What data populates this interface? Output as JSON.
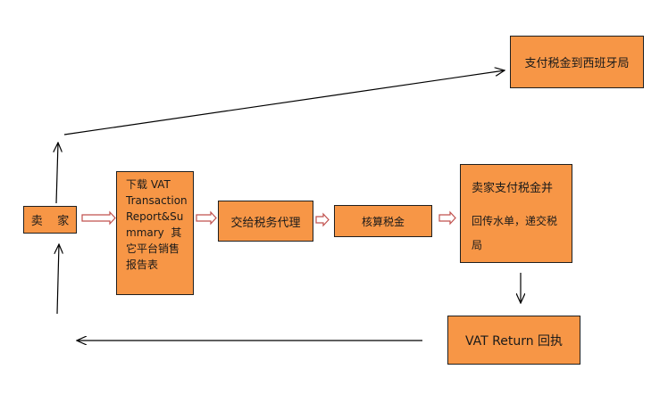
{
  "nodes": {
    "seller": "卖    家",
    "download_report": [
      "下载 VAT",
      "Transaction",
      "Report&Su",
      "mmary  其",
      "它平台销售",
      "报告表"
    ],
    "tax_agent": "交给税务代理",
    "calc_tax": "核算税金",
    "seller_pays": [
      "卖家支付税金并",
      "回传水单，递交税",
      "局"
    ],
    "pay_spain": "支付税金到西班牙局",
    "vat_return": "VAT Return 回执"
  },
  "colors": {
    "box_fill": "#f79646",
    "box_border": "#1f1f1f",
    "open_arrow": "#c0504d",
    "line": "#000000"
  }
}
